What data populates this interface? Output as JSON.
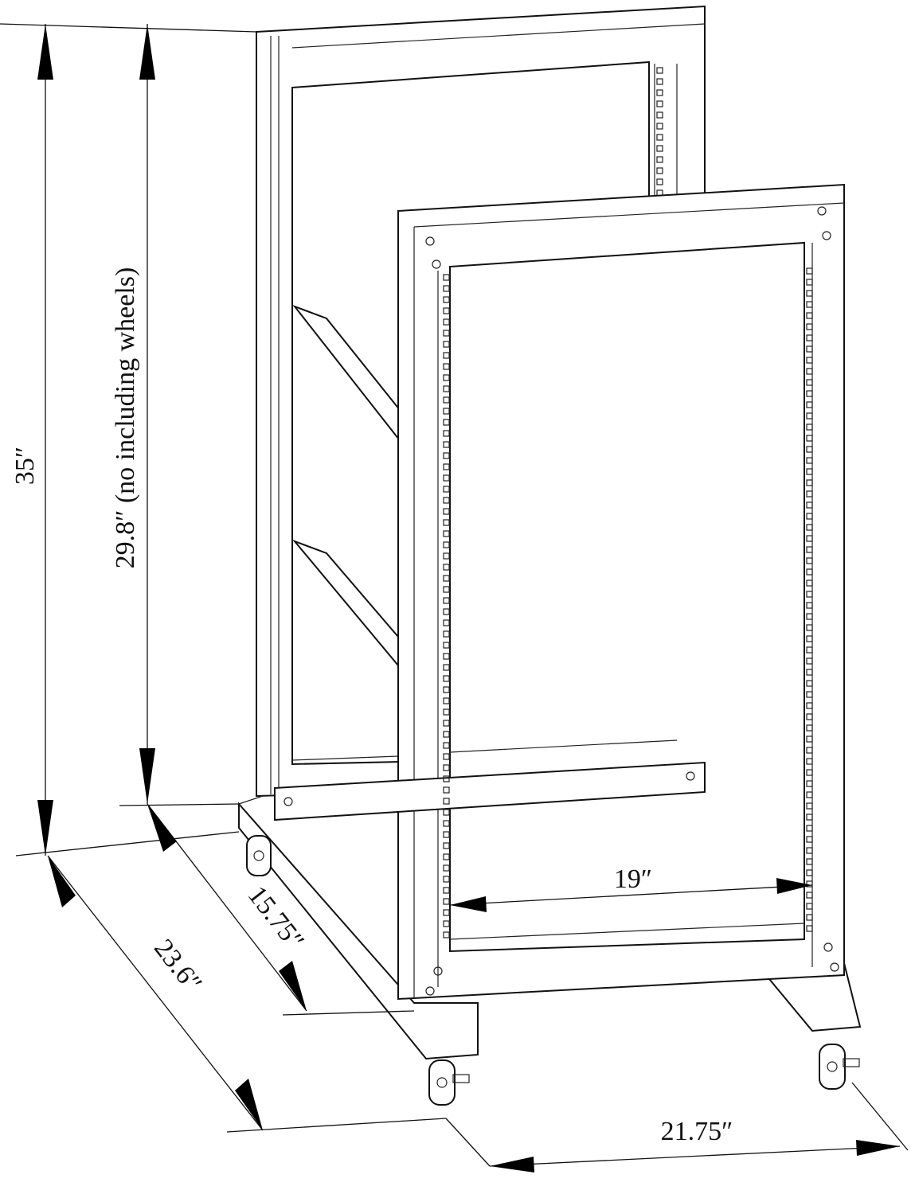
{
  "dimensions": {
    "total_height": "35″",
    "frame_height": "29.8″ (no including wheels)",
    "frame_depth": "15.75″",
    "total_depth": "23.6″",
    "rail_width": "19″",
    "total_width": "21.75″"
  },
  "colors": {
    "line": "#111111",
    "background": "#ffffff"
  }
}
